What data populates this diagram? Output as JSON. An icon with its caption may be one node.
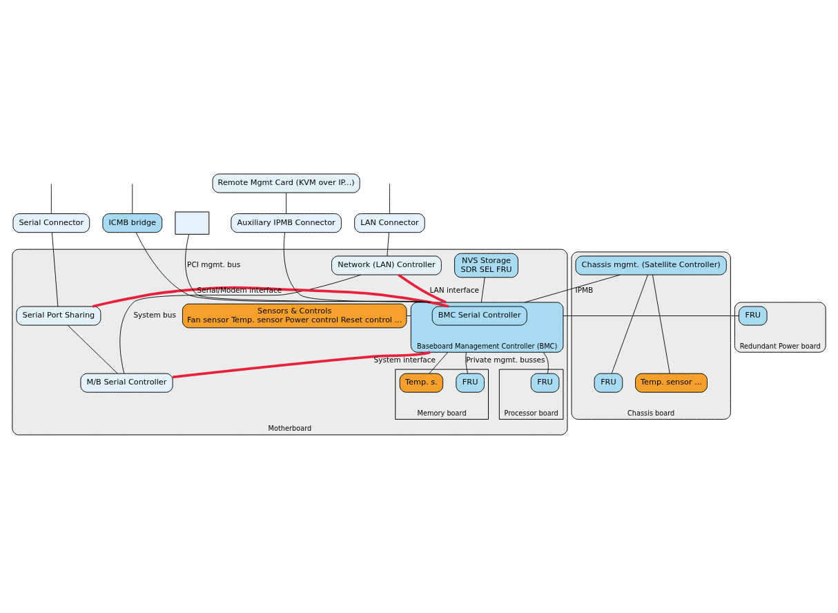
{
  "diagram": {
    "nodes": [
      {
        "text": [
          "Motherboard"
        ]
      },
      {
        "text": [
          "LAN Connector"
        ]
      },
      {
        "text": [
          "Serial Connector"
        ]
      },
      {
        "text": [],
        "shape": "box"
      },
      {
        "text": [
          "Remote Mgmt Card (KVM over IP...)"
        ]
      },
      {
        "text": [
          "Auxiliary IPMB Connector"
        ]
      },
      {
        "text": [
          "ICMB bridge"
        ]
      },
      {
        "text": [
          "Network (LAN) Controller"
        ],
        "in": 0
      },
      {
        "text": [
          "Baseboard Management Controller (BMC)"
        ],
        "in": 0
      },
      {
        "text": [
          "BMC Serial Controller"
        ],
        "in": 8
      },
      {
        "text": [
          "NVS Storage",
          "SDR SEL FRU"
        ],
        "in": 0
      },
      {
        "text": [
          "Sensors & Controls",
          "Fan sensor Temp. sensor Power control Reset control ..."
        ],
        "in": 0
      },
      {
        "text": [
          "Serial Port Sharing"
        ],
        "in": 0
      },
      {
        "text": [
          "M/B Serial Controller"
        ],
        "in": 0
      },
      {
        "text": [
          "Memory board"
        ],
        "in": 0
      },
      {
        "text": [
          "FRU"
        ],
        "in": 14
      },
      {
        "text": [
          "Temp. s."
        ],
        "in": 14
      },
      {
        "text": [
          "Processor board"
        ],
        "in": 0
      },
      {
        "text": [
          "FRU"
        ],
        "in": 17
      },
      {
        "text": [
          "Chassis board"
        ]
      },
      {
        "text": [
          "Chassis mgmt. (Satellite Controller)"
        ],
        "in": 19
      },
      {
        "text": [
          "FRU"
        ],
        "in": 19
      },
      {
        "text": [
          "Temp. sensor ..."
        ],
        "in": 19
      },
      {
        "text": [
          "Redundant Power board"
        ]
      },
      {
        "text": [
          "FRU"
        ],
        "in": 23
      }
    ],
    "edges": [
      {
        "from": 1,
        "to": null,
        "arrow": "none"
      },
      {
        "from": 2,
        "to": null,
        "arrow": "none"
      },
      {
        "from": 6,
        "to": null,
        "arrow": "none"
      },
      {
        "from": 4,
        "to": 5,
        "arrow": "none"
      },
      {
        "from": 1,
        "to": 7,
        "arrow": "none"
      },
      {
        "from": 2,
        "to": 12,
        "arrow": "none"
      },
      {
        "from": 8,
        "to": 3,
        "label": "PCI mgmt. bus",
        "arrow": "none"
      },
      {
        "from": 5,
        "to": 8,
        "arrow": "none"
      },
      {
        "from": 6,
        "to": 8,
        "arrow": "none"
      },
      {
        "from": 8,
        "to": 20,
        "label": "IPMB",
        "arrow": "none"
      },
      {
        "from": 8,
        "to": 24,
        "arrow": "none"
      },
      {
        "from": 7,
        "to": 8,
        "label": "LAN interface",
        "arrow": "none",
        "style": "thick",
        "color": "#e8203c"
      },
      {
        "from": 8,
        "to": 10,
        "arrow": "none"
      },
      {
        "from": 8,
        "to": 11,
        "arrow": "none"
      },
      {
        "from": 12,
        "to": 9,
        "label": "Serial/Modem interface",
        "arrow": "none",
        "style": "thick",
        "color": "#e8203c"
      },
      {
        "from": 12,
        "to": 13,
        "arrow": "none"
      },
      {
        "from": 8,
        "to": 15,
        "label": "Private mgmt. busses",
        "arrow": "none"
      },
      {
        "from": 8,
        "to": 16,
        "arrow": "none"
      },
      {
        "from": 8,
        "to": 18,
        "arrow": "none"
      },
      {
        "from": 8,
        "to": 13,
        "label": "System interface",
        "arrow": "none",
        "style": "thick",
        "color": "#e8203c"
      },
      {
        "from": 7,
        "to": 13,
        "label": "System bus",
        "arrow": "none"
      },
      {
        "from": 20,
        "to": 21,
        "arrow": "none"
      },
      {
        "from": 20,
        "to": 22,
        "arrow": "none"
      }
    ]
  }
}
